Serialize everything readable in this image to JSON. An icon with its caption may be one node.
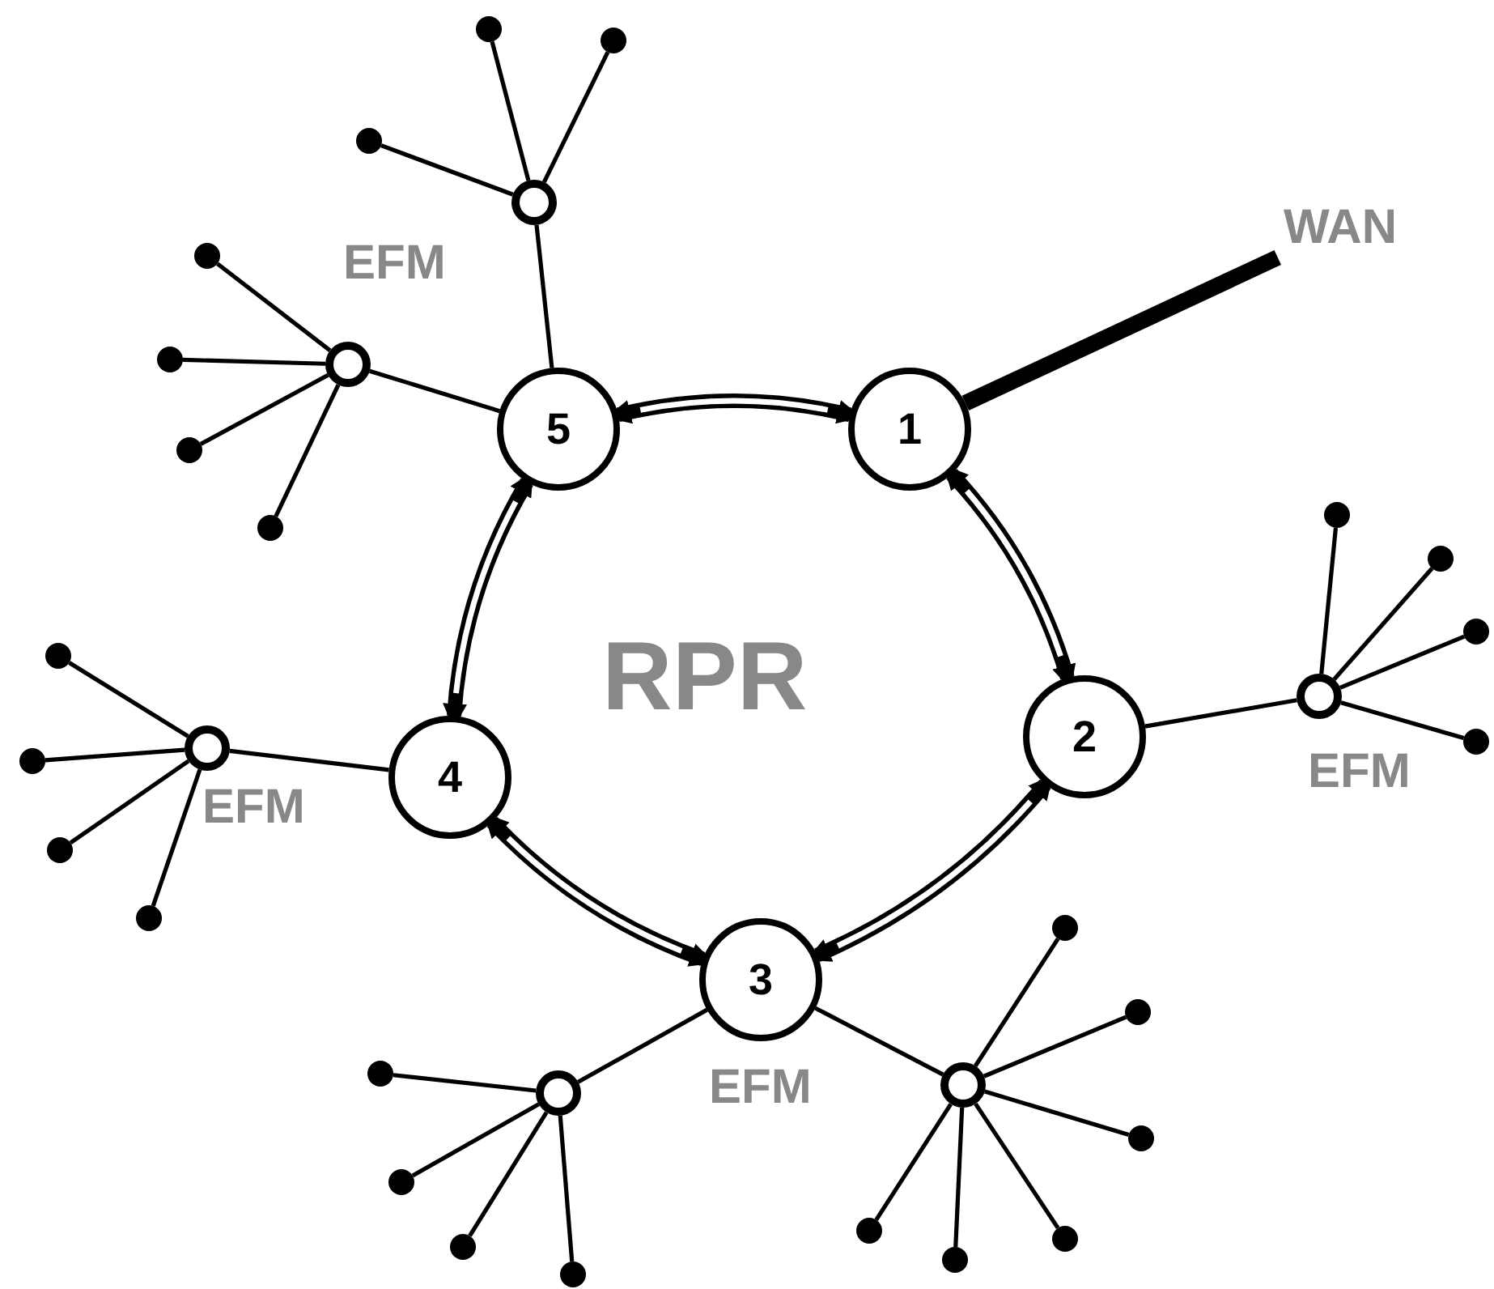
{
  "diagram": {
    "nodes": [
      {
        "text": [
          "1"
        ]
      },
      {
        "text": [
          "2"
        ]
      },
      {
        "text": [
          "3"
        ]
      },
      {
        "text": [
          "4"
        ]
      },
      {
        "text": [
          "5"
        ]
      },
      {
        "text": [
          "WAN"
        ]
      },
      {
        "text": [],
        "shape": "circle"
      },
      {
        "text": [],
        "shape": "circle"
      },
      {
        "text": [],
        "shape": "circle"
      },
      {
        "text": [],
        "shape": "circle"
      },
      {
        "text": [],
        "shape": "circle"
      },
      {
        "text": [],
        "shape": "circle"
      },
      {
        "text": [],
        "shape": "circle"
      },
      {
        "text": [],
        "shape": "circle"
      },
      {
        "text": [],
        "shape": "circle"
      },
      {
        "text": [],
        "shape": "circle"
      },
      {
        "text": [],
        "shape": "circle"
      },
      {
        "text": [],
        "shape": "circle"
      },
      {
        "text": [],
        "shape": "circle"
      },
      {
        "text": [],
        "shape": "circle"
      },
      {
        "text": [],
        "shape": "circle"
      },
      {
        "text": [],
        "shape": "circle"
      },
      {
        "text": [],
        "shape": "circle"
      },
      {
        "text": [],
        "shape": "circle"
      },
      {
        "text": [],
        "shape": "circle"
      },
      {
        "text": [],
        "shape": "circle"
      },
      {
        "text": [],
        "shape": "circle"
      },
      {
        "text": [],
        "shape": "circle"
      },
      {
        "text": [],
        "shape": "circle"
      },
      {
        "text": [],
        "shape": "circle"
      },
      {
        "text": [],
        "shape": "circle"
      },
      {
        "text": [],
        "shape": "circle"
      },
      {
        "text": [],
        "shape": "circle"
      },
      {
        "text": [],
        "shape": "circle"
      },
      {
        "text": [],
        "shape": "circle"
      },
      {
        "text": [],
        "shape": "circle"
      },
      {
        "text": [],
        "shape": "circle"
      }
    ],
    "edges": [
      {
        "from": 0,
        "to": 1,
        "arrow": "both",
        "style": "thick"
      },
      {
        "from": 1,
        "to": 2,
        "arrow": "both",
        "style": "thick"
      },
      {
        "from": 2,
        "to": 3,
        "arrow": "both",
        "style": "thick"
      },
      {
        "from": 3,
        "to": 4,
        "arrow": "both",
        "style": "thick"
      },
      {
        "from": 4,
        "to": 0,
        "arrow": "both",
        "style": "thick"
      },
      {
        "from": 0,
        "to": 5,
        "arrow": "none",
        "style": "thick"
      },
      {
        "from": 4,
        "to": 6,
        "arrow": "none"
      },
      {
        "from": 4,
        "to": 7,
        "arrow": "none"
      },
      {
        "from": 1,
        "to": 8,
        "arrow": "none"
      },
      {
        "from": 3,
        "to": 9,
        "arrow": "none"
      },
      {
        "from": 2,
        "to": 10,
        "arrow": "none"
      },
      {
        "from": 2,
        "to": 11,
        "arrow": "none"
      },
      {
        "from": 6,
        "to": 12,
        "arrow": "none"
      },
      {
        "from": 6,
        "to": 13,
        "arrow": "none"
      },
      {
        "from": 6,
        "to": 14,
        "arrow": "none"
      },
      {
        "from": 7,
        "to": 15,
        "arrow": "none"
      },
      {
        "from": 7,
        "to": 16,
        "arrow": "none"
      },
      {
        "from": 7,
        "to": 17,
        "arrow": "none"
      },
      {
        "from": 7,
        "to": 18,
        "arrow": "none"
      },
      {
        "from": 8,
        "to": 19,
        "arrow": "none"
      },
      {
        "from": 8,
        "to": 20,
        "arrow": "none"
      },
      {
        "from": 8,
        "to": 21,
        "arrow": "none"
      },
      {
        "from": 8,
        "to": 22,
        "arrow": "none"
      },
      {
        "from": 9,
        "to": 23,
        "arrow": "none"
      },
      {
        "from": 9,
        "to": 24,
        "arrow": "none"
      },
      {
        "from": 9,
        "to": 25,
        "arrow": "none"
      },
      {
        "from": 9,
        "to": 26,
        "arrow": "none"
      },
      {
        "from": 10,
        "to": 27,
        "arrow": "none"
      },
      {
        "from": 10,
        "to": 28,
        "arrow": "none"
      },
      {
        "from": 10,
        "to": 29,
        "arrow": "none"
      },
      {
        "from": 10,
        "to": 30,
        "arrow": "none"
      },
      {
        "from": 11,
        "to": 31,
        "arrow": "none"
      },
      {
        "from": 11,
        "to": 32,
        "arrow": "none"
      },
      {
        "from": 11,
        "to": 33,
        "arrow": "none"
      },
      {
        "from": 11,
        "to": 34,
        "arrow": "none"
      },
      {
        "from": 11,
        "to": 35,
        "arrow": "none"
      },
      {
        "from": 11,
        "to": 36,
        "arrow": "none"
      }
    ],
    "labels": [
      "EFM",
      "RPR",
      "EFM",
      "EFM",
      "EFM"
    ]
  }
}
